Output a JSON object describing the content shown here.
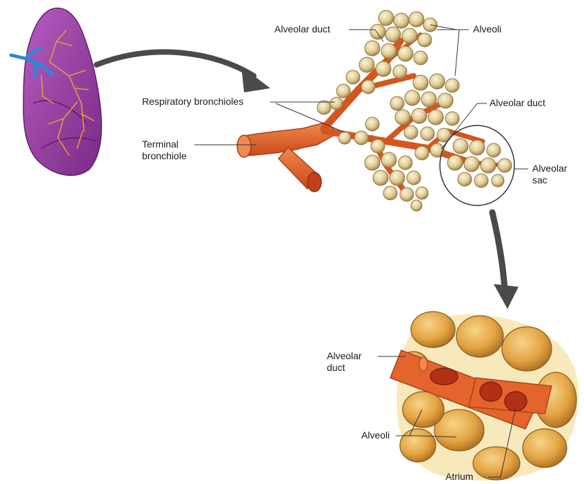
{
  "labels": {
    "alveolar_duct_top": "Alveolar duct",
    "alveoli_top": "Alveoli",
    "respiratory_bronchioles": "Respiratory bronchioles",
    "alveolar_duct_right": "Alveolar duct",
    "terminal_bronchiole": "Terminal\nbronchiole",
    "alveolar_sac": "Alveolar\nsac",
    "alveolar_duct_bottom": "Alveolar\nduct",
    "alveoli_bottom": "Alveoli",
    "atrium": "Atrium"
  },
  "colors": {
    "lung": "#9b3fa6",
    "lung_dark": "#6e2479",
    "bronchus": "#1f78c8",
    "airway": "#e8622a",
    "airway_dark": "#b8431a",
    "alveolus": "#e4d3a0",
    "alveolus_shade": "#b99a5c",
    "sac": "#e6a94a",
    "sac_shade": "#b87828",
    "arrow": "#4d4d4d",
    "leader": "#333333"
  }
}
